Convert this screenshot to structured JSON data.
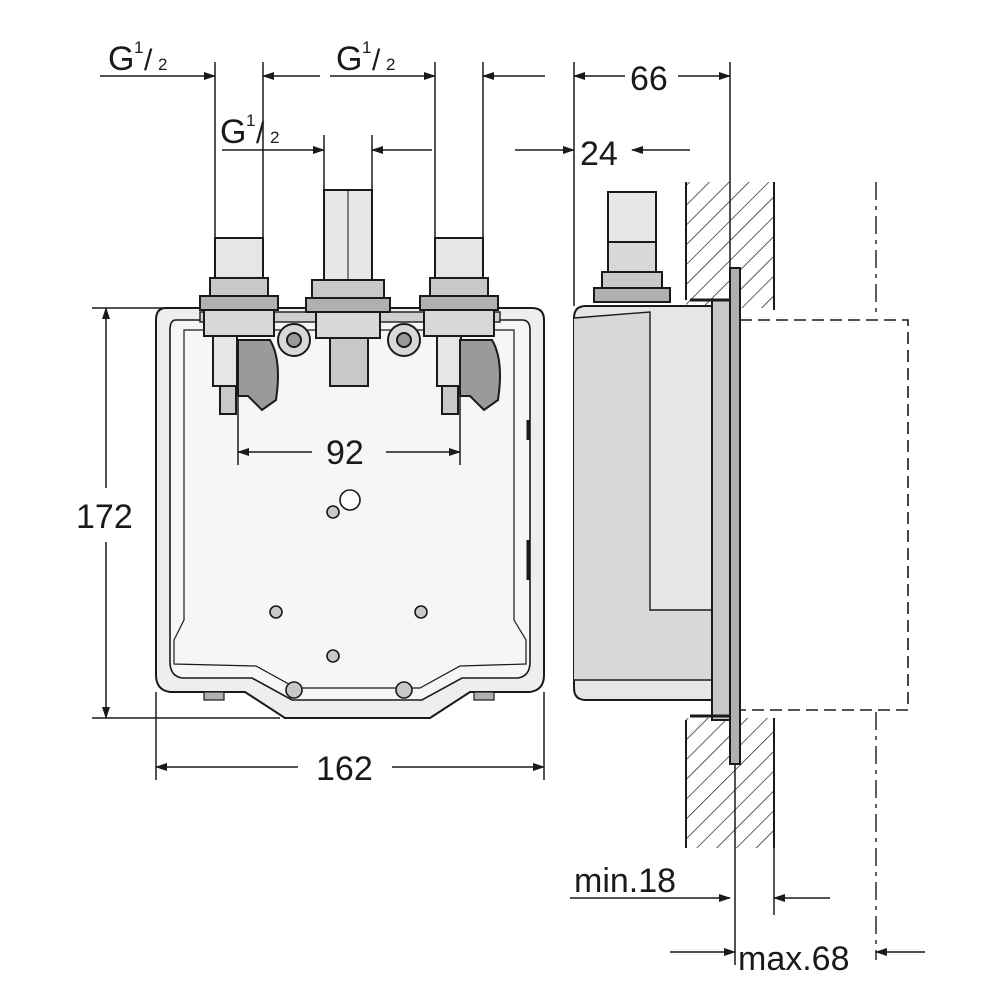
{
  "thread_labels": {
    "left_top": {
      "base": "G",
      "num": "1",
      "den": "2"
    },
    "right_top": {
      "base": "G",
      "num": "1",
      "den": "2"
    },
    "center": {
      "base": "G",
      "num": "1",
      "den": "2"
    }
  },
  "dimensions": {
    "width_front": "162",
    "height_front": "172",
    "inlet_spacing": "92",
    "depth_side": "66",
    "connector_offset": "24",
    "wall_min": "min.18",
    "wall_max": "max.68"
  },
  "colors": {
    "line": "#1a1a1a",
    "fill_light": "#e6e6e6",
    "fill_mid": "#c8c8c8",
    "fill_dark": "#9a9a9a"
  }
}
